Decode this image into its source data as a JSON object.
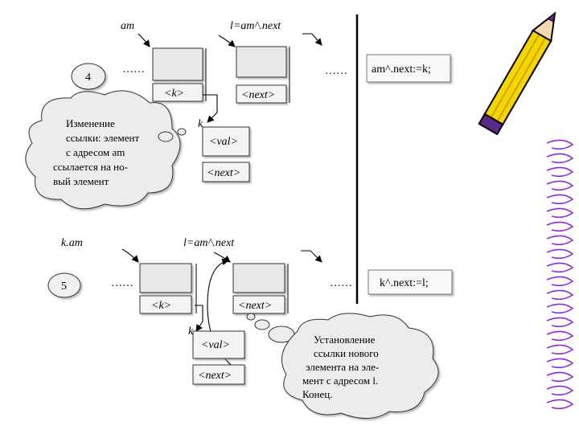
{
  "step4": {
    "number": "4",
    "label_am": "am",
    "label_l": "l=am^.next",
    "label_k": "k",
    "dots_left": "……",
    "dots_right": "……",
    "field_k": "<k>",
    "field_next": "<next>",
    "field_val": "<val>",
    "field_next2": "<next>",
    "code": "am^.next:=k;",
    "cloud_lines": [
      "Изменение",
      "ссылки: элемент",
      "с адресом am",
      "ссылается на но-",
      "вый элемент"
    ]
  },
  "step5": {
    "number": "5",
    "label_kam": "k.am",
    "label_l": "l=am^.next",
    "label_k": "k",
    "dots_left": "……",
    "dots_right": "……",
    "field_k": "<k>",
    "field_next": "<next>",
    "field_val": "<val>",
    "field_next2": "<next>",
    "code": "k^.next:=l;",
    "cloud_lines": [
      "Установление",
      "ссылки нового",
      "элемента на эле-",
      "мент с адресом l.",
      "Конец."
    ]
  },
  "colors": {
    "pencil_yellow": "#f5d400",
    "pencil_purple": "#5a2a8a",
    "spiral": "#8a2be2"
  }
}
